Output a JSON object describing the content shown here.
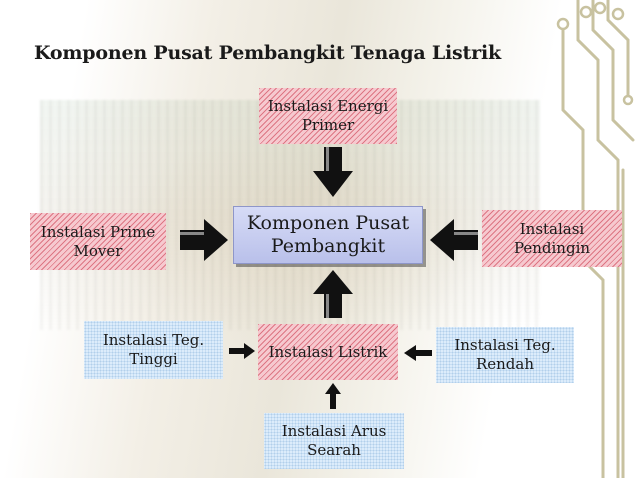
{
  "slide": {
    "title": "Komponen Pusat Pembangkit Tenaga Listrik"
  },
  "diagram": {
    "center": "Komponen Pusat\nPembangkit",
    "nodes": {
      "energi_primer": "Instalasi Energi\nPrimer",
      "prime_mover": "Instalasi Prime\nMover",
      "pendingin": "Instalasi\nPendingin",
      "listrik": "Instalasi Listrik",
      "teg_tinggi": "Instalasi Teg.\nTinggi",
      "teg_rendah": "Instalasi Teg.\nRendah",
      "arus_searah": "Instalasi  Arus\nSearah"
    },
    "edges": [
      {
        "from": "Instalasi Energi Primer",
        "to": "Komponen Pusat Pembangkit"
      },
      {
        "from": "Instalasi Prime Mover",
        "to": "Komponen Pusat Pembangkit"
      },
      {
        "from": "Instalasi Pendingin",
        "to": "Komponen Pusat Pembangkit"
      },
      {
        "from": "Instalasi Listrik",
        "to": "Komponen Pusat Pembangkit"
      },
      {
        "from": "Instalasi Teg. Tinggi",
        "to": "Instalasi Listrik"
      },
      {
        "from": "Instalasi Teg. Rendah",
        "to": "Instalasi Listrik"
      },
      {
        "from": "Instalasi Arus Searah",
        "to": "Instalasi Listrik"
      }
    ],
    "colors": {
      "pink_fill": "#f6c9cf",
      "pink_hatch": "#c83246",
      "blue_fill": "#dcecfb",
      "center_fill": "#c5cbef",
      "arrow": "#111111"
    }
  }
}
